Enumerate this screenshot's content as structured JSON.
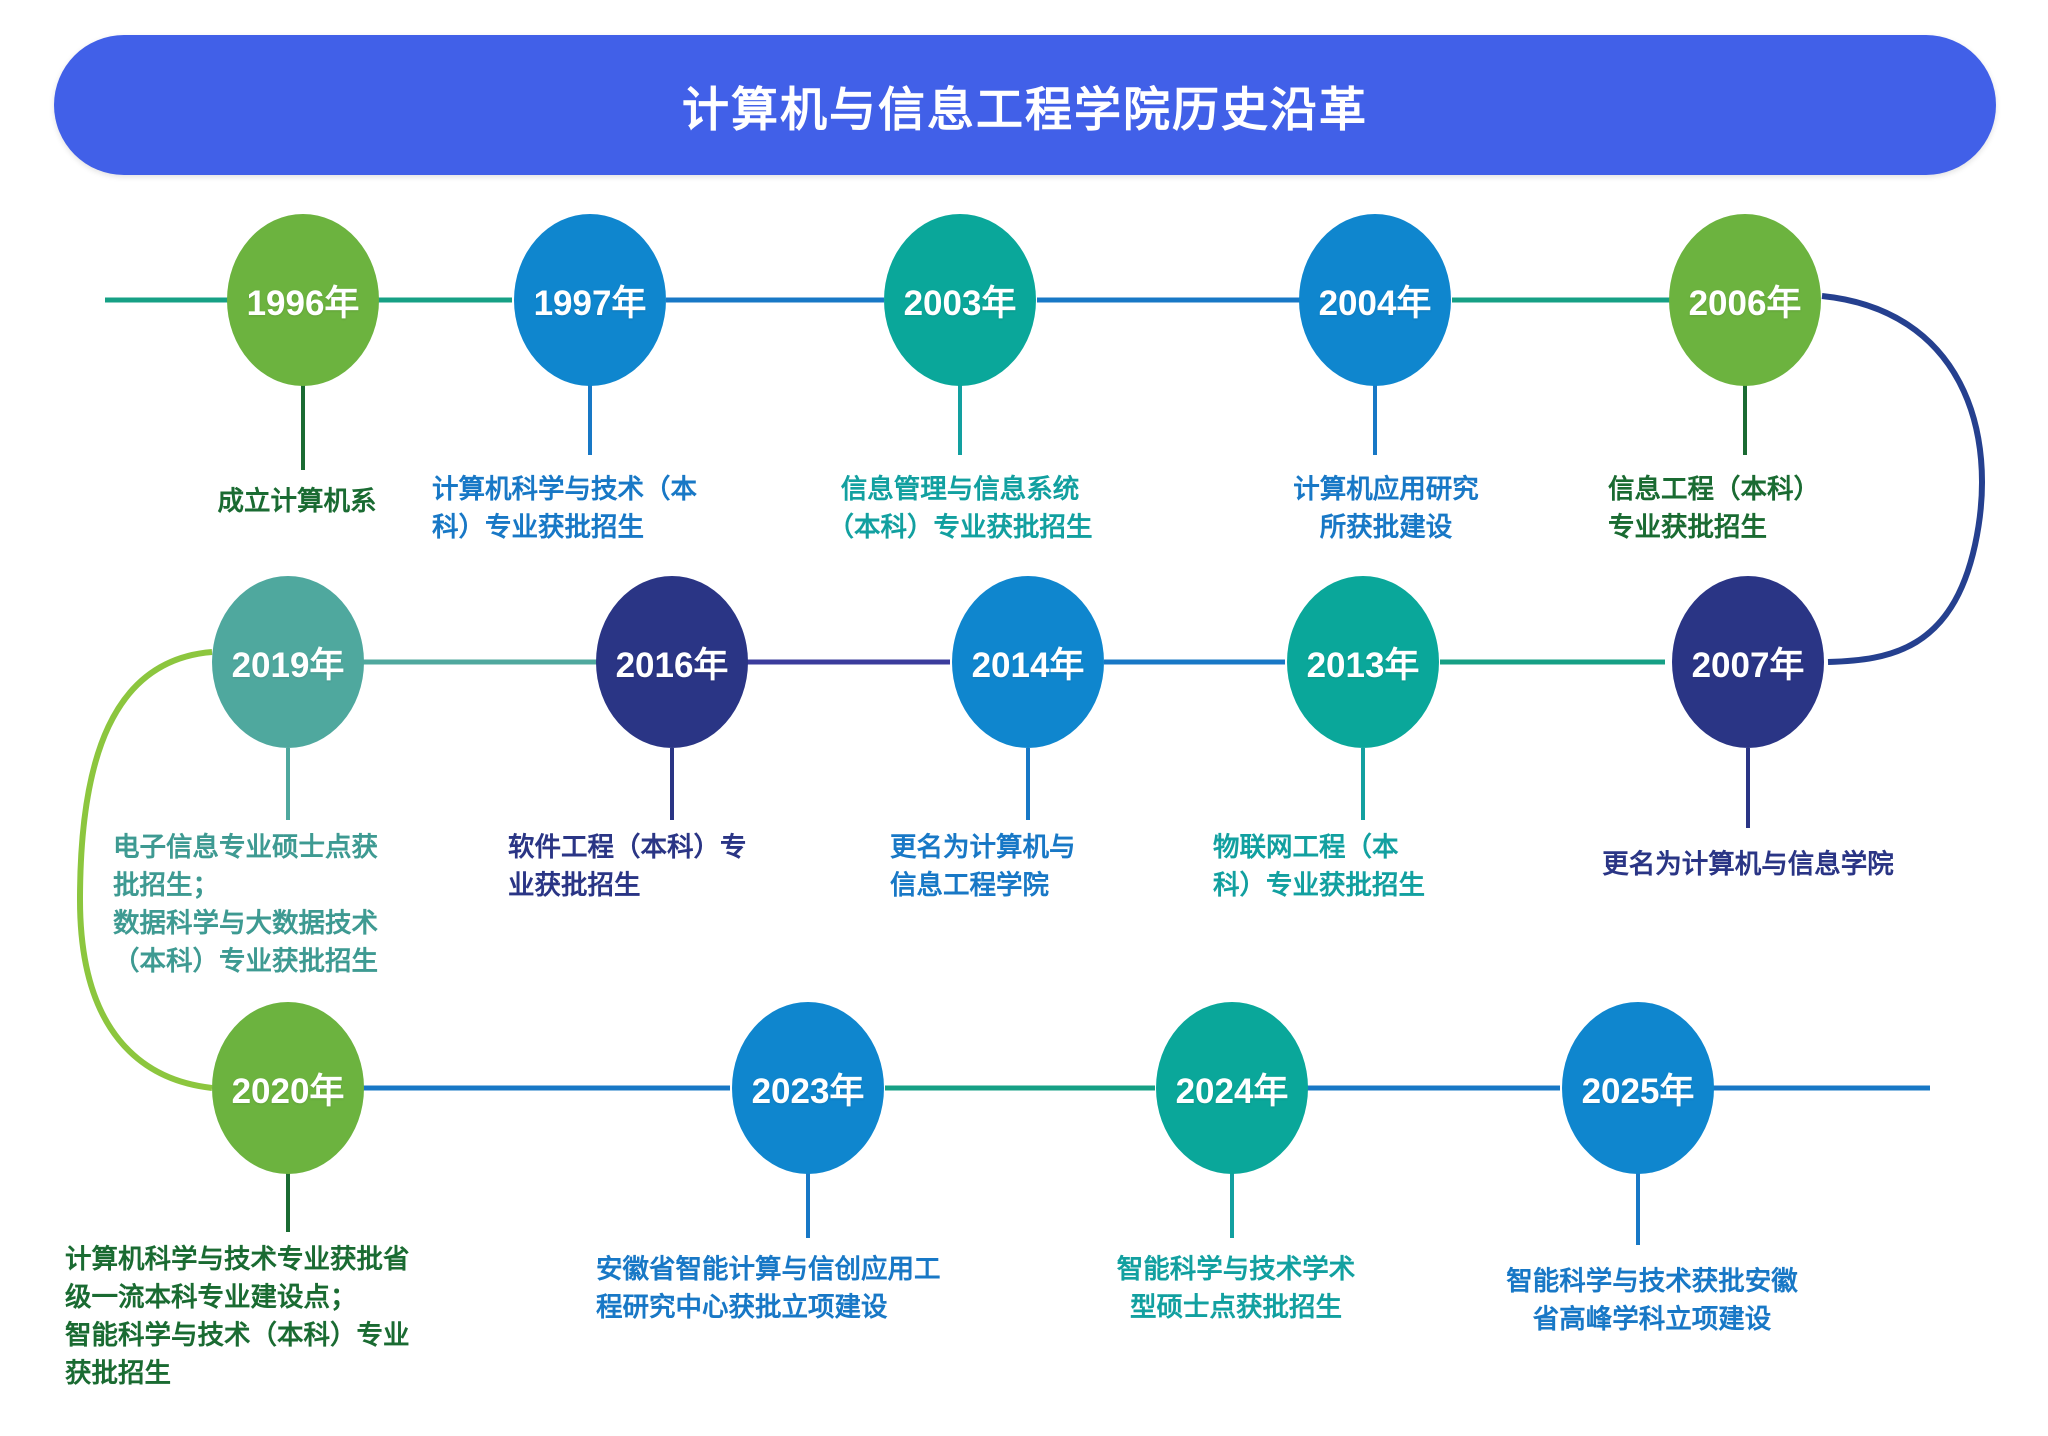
{
  "header": {
    "title": "计算机与信息工程学院历史沿革",
    "banner_color": "#4160e8",
    "title_color": "#ffffff"
  },
  "palette": {
    "green": "#6cb33f",
    "light_green": "#8cc63e",
    "blue": "#0f86ce",
    "teal": "#0aa79a",
    "navy": "#2a3585",
    "sea": "#4fa89e",
    "dark_green_text": "#1a6b32",
    "teal_text": "#12a0a0",
    "blue_text": "#1878c6",
    "navy_text": "#2a3585",
    "sea_text": "#3e9a92"
  },
  "timeline": {
    "rows": [
      {
        "row": 1,
        "direction": "left-to-right",
        "nodes": [
          {
            "year": "1996年",
            "circle_color": "#6cb33f",
            "label": "成立计算机系",
            "label_color": "#1a6b32",
            "align": "center"
          },
          {
            "year": "1997年",
            "circle_color": "#0f86ce",
            "label": "计算机科学与技术（本\n科）专业获批招生",
            "label_color": "#1878c6",
            "align": "left"
          },
          {
            "year": "2003年",
            "circle_color": "#0aa79a",
            "label": "信息管理与信息系统\n（本科）专业获批招生",
            "label_color": "#12a0a0",
            "align": "center"
          },
          {
            "year": "2004年",
            "circle_color": "#0f86ce",
            "label": "计算机应用研究\n所获批建设",
            "label_color": "#1878c6",
            "align": "center"
          },
          {
            "year": "2006年",
            "circle_color": "#6cb33f",
            "label": "信息工程（本科）\n专业获批招生",
            "label_color": "#1a6b32",
            "align": "left"
          }
        ]
      },
      {
        "row": 2,
        "direction": "right-to-left",
        "nodes": [
          {
            "year": "2019年",
            "circle_color": "#4fa89e",
            "label": "电子信息专业硕士点获\n批招生；\n数据科学与大数据技术\n（本科）专业获批招生",
            "label_color": "#3e9a92",
            "align": "left"
          },
          {
            "year": "2016年",
            "circle_color": "#2a3585",
            "label": "软件工程（本科）专\n业获批招生",
            "label_color": "#2a3585",
            "align": "left"
          },
          {
            "year": "2014年",
            "circle_color": "#0f86ce",
            "label": "更名为计算机与\n信息工程学院",
            "label_color": "#1878c6",
            "align": "left"
          },
          {
            "year": "2013年",
            "circle_color": "#0aa79a",
            "label": "物联网工程（本\n科）专业获批招生",
            "label_color": "#12a0a0",
            "align": "left"
          },
          {
            "year": "2007年",
            "circle_color": "#2a3585",
            "label": "更名为计算机与信息学院",
            "label_color": "#2a3585",
            "align": "center"
          }
        ]
      },
      {
        "row": 3,
        "direction": "left-to-right",
        "nodes": [
          {
            "year": "2020年",
            "circle_color": "#6cb33f",
            "label": "计算机科学与技术专业获批省\n级一流本科专业建设点；\n智能科学与技术（本科）专业\n获批招生",
            "label_color": "#1a6b32",
            "align": "left"
          },
          {
            "year": "2023年",
            "circle_color": "#0f86ce",
            "label": "安徽省智能计算与信创应用工\n程研究中心获批立项建设",
            "label_color": "#1878c6",
            "align": "left"
          },
          {
            "year": "2024年",
            "circle_color": "#0aa79a",
            "label": "智能科学与技术学术\n型硕士点获批招生",
            "label_color": "#12a0a0",
            "align": "center"
          },
          {
            "year": "2025年",
            "circle_color": "#0f86ce",
            "label": "智能科学与技术获批安徽\n省高峰学科立项建设",
            "label_color": "#1878c6",
            "align": "center"
          }
        ]
      }
    ]
  }
}
